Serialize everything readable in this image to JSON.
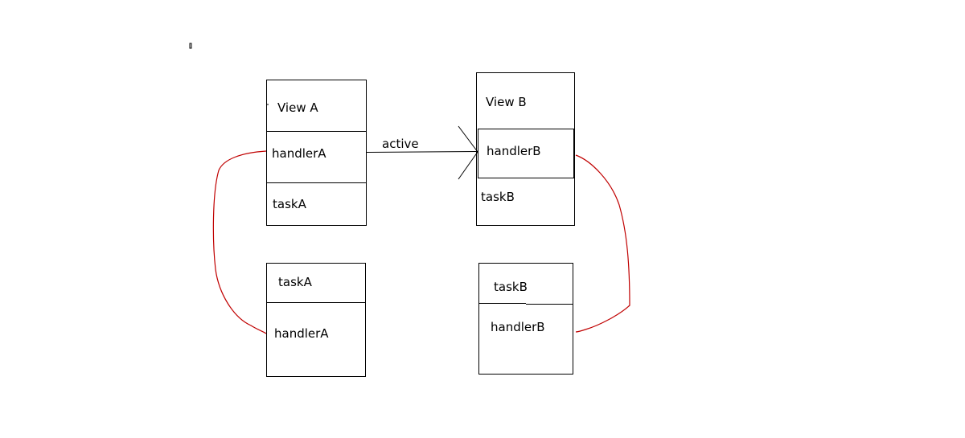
{
  "labels": {
    "viewA": "View A",
    "handlerA_top": "handlerA",
    "taskA_top": "taskA",
    "taskA_bottom": "taskA",
    "handlerA_bottom": "handlerA",
    "viewB": "View B",
    "handlerB_top": "handlerB",
    "taskB_top": "taskB",
    "taskB_bottom": "taskB",
    "handlerB_bottom": "handlerB",
    "arrow": "active"
  },
  "colors": {
    "outline": "#000000",
    "link_curve": "#c00000",
    "background": "#ffffff"
  }
}
